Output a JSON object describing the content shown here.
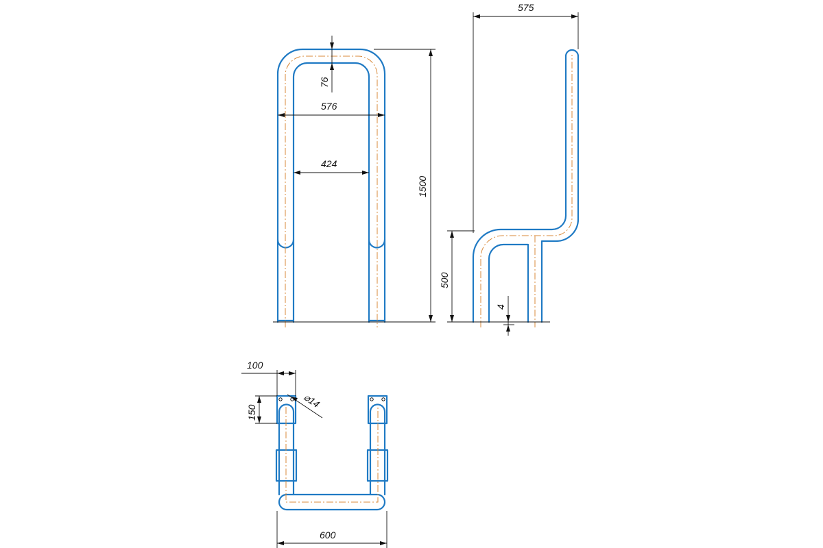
{
  "colors": {
    "tube": "#1f7ac4",
    "axis": "#d98a3a",
    "dimension": "#111111",
    "background": "#ffffff"
  },
  "dimensions": {
    "front_thickness": "76",
    "front_outer_width": "576",
    "front_inner_width": "424",
    "front_height": "1500",
    "side_depth": "575",
    "side_seat_height": "500",
    "side_offset": "4",
    "plan_foot_width": "100",
    "plan_foot_depth": "150",
    "plan_hole_dia": "⌀14",
    "plan_width": "600"
  }
}
